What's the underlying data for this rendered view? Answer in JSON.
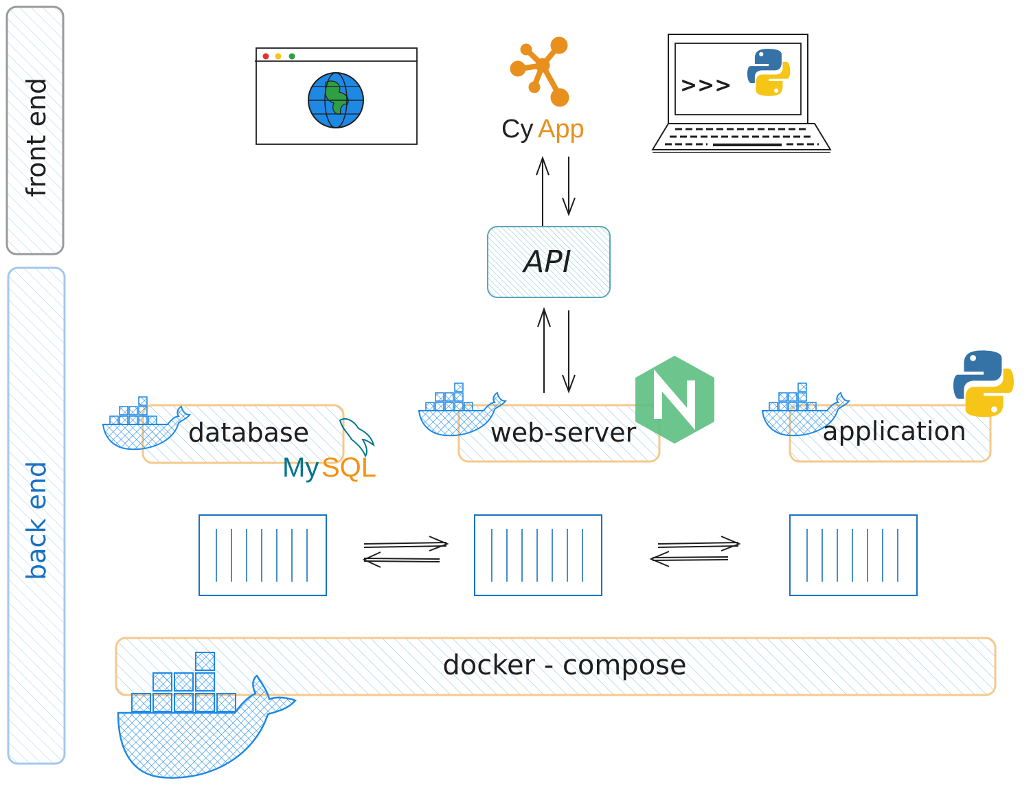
{
  "sidebar": {
    "front_label": "front end",
    "back_label": "back end"
  },
  "frontend": {
    "cy_part": "Cy",
    "app_part": "App",
    "laptop_prompt": ">>>"
  },
  "api": {
    "label": "API"
  },
  "services": {
    "database": "database",
    "web_server": "web-server",
    "application": "application"
  },
  "mysql": {
    "my": "My",
    "sql": "SQL"
  },
  "compose": {
    "label": "docker - compose"
  },
  "colors": {
    "blue_hatch": "#a5d0f0",
    "blue_stroke": "#1971c2",
    "docker_blue": "#1e88e5",
    "orange": "#f0a84a",
    "orange_border": "#f5c98b",
    "cy_orange": "#e8901e",
    "teal": "#5aa6b5",
    "nginx_green": "#5cbf80",
    "python_blue": "#3572a5",
    "python_yellow": "#f5c518",
    "mysql_teal": "#00758f",
    "mysql_orange": "#f29111",
    "grey": "#9a9a9a"
  },
  "icons": [
    "browser-icon",
    "globe-icon",
    "cyapp-icon",
    "laptop-icon",
    "python-icon",
    "docker-icon",
    "nginx-icon",
    "mysql-dolphin-icon",
    "container-icon"
  ]
}
